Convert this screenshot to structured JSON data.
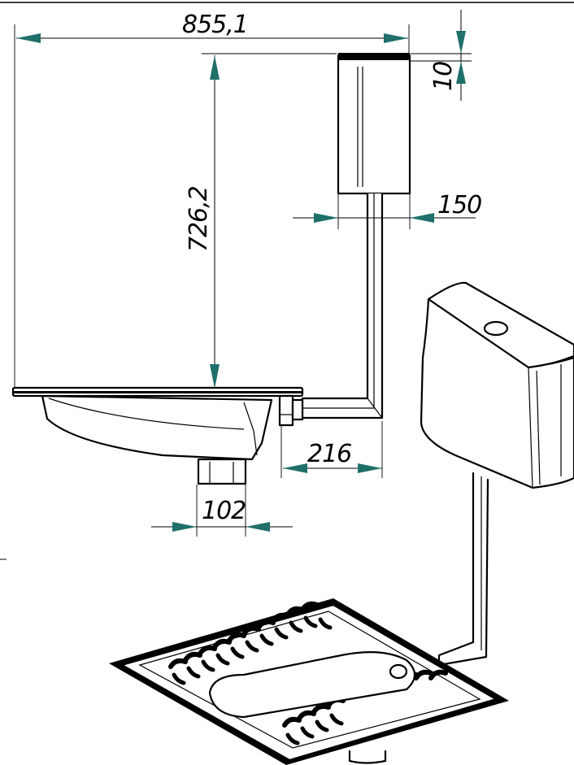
{
  "dimensions": {
    "overall_width": "855,1",
    "cistern_lid_thickness": "10",
    "pipe_height": "726,2",
    "cistern_width": "150",
    "pipe_offset": "216",
    "drain_width": "102"
  },
  "colors": {
    "line": "#000000",
    "arrowhead": "#1f6f6a",
    "background": "#ffffff"
  }
}
